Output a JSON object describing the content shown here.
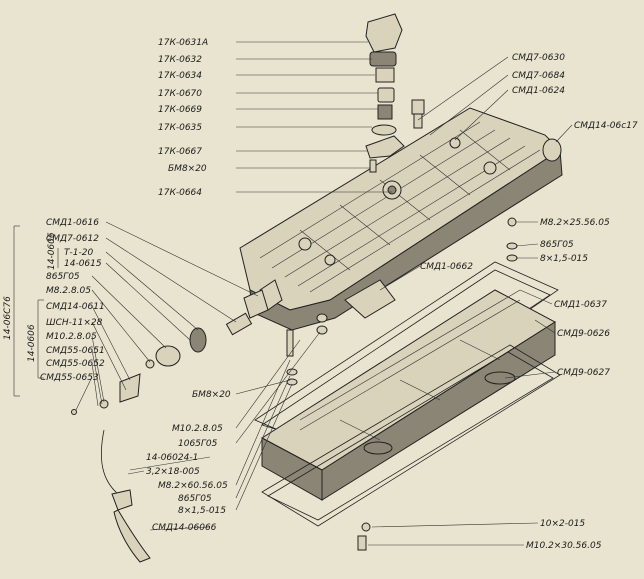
{
  "colors": {
    "background": "#e9e4cf",
    "ink": "#1a1a1a",
    "part_fill": "#d9d3bb",
    "part_shadow": "#8a8574"
  },
  "labels": {
    "l_0631a": "17К-0631А",
    "l_0632": "17К-0632",
    "l_0634": "17К-0634",
    "l_0670": "17К-0670",
    "l_0669": "17К-0669",
    "l_0635": "17К-0635",
    "l_0667": "17К-0667",
    "l_bm8x20_top": "БМ8×20",
    "l_0664": "17К-0664",
    "l_smd7_0630": "СМД7-0630",
    "l_smd7_0684": "СМД7-0684",
    "l_smd1_0624": "СМД1-0624",
    "l_smd14_06c17": "СМД14-06с17",
    "l_m8_2x25": "М8.2×25.56.05",
    "l_865g05_r": "865Г05",
    "l_8x15_r": "8×1,5-015",
    "l_smd1_0616": "СМД1-0616",
    "l_smd7_0612": "СМД7-0612",
    "l_t120": "Т-1-20",
    "l_14_0615": "14-0615",
    "l_14_0606": "14-0606",
    "l_865g05_l": "865Г05",
    "l_m8_2_8_05": "М8.2.8.05",
    "l_smd14_0611": "СМД14-0611",
    "l_shsn": "ШСН-11×28",
    "l_m10_2_8_05_l": "М10.2.8.05",
    "l_smd55_0651": "СМД55-0651",
    "l_smd55_0652": "СМД55-0652",
    "l_smd55_0653": "СМД55-0653",
    "l_14_0606v": "14-0606",
    "l_14_06c76": "14-06С76",
    "l_smd1_0662": "СМД1-0662",
    "l_smd1_0637": "СМД1-0637",
    "l_smd9_0626": "СМД9-0626",
    "l_smd9_0627": "СМД9-0627",
    "l_bm8x20_mid": "БМ8×20",
    "l_m10_2_8_05_c": "М10.2.8.05",
    "l_1065g05": "1065Г05",
    "l_14_06024": "14-06024-1",
    "l_3_2x18": "3,2×18-005",
    "l_m8_2x60": "М8.2×60.56.05",
    "l_865g05_b": "865Г05",
    "l_8x15_b": "8×1,5-015",
    "l_smd14_06066": "СМД14-06066",
    "l_10x2": "10×2-015",
    "l_m10_2x30": "М10.2×30.56.05"
  }
}
